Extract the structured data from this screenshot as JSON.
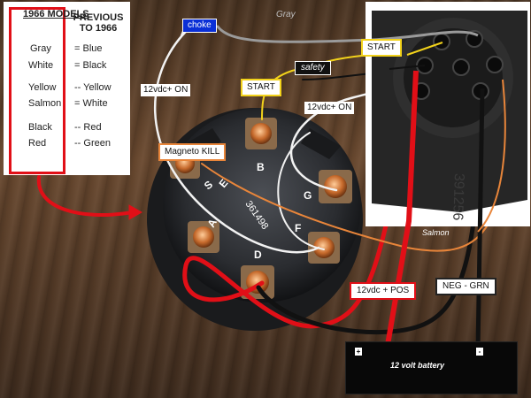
{
  "legend": {
    "col1_heading": "1966 MODELS",
    "col2_heading": "PREVIOUS TO 1966",
    "rows": [
      {
        "a": "Gray",
        "b": "= Blue"
      },
      {
        "a": "White",
        "b": "= Black"
      },
      {
        "a": "Yellow",
        "b": "-- Yellow"
      },
      {
        "a": "Salmon",
        "b": "= White"
      },
      {
        "a": "Black",
        "b": "-- Red"
      },
      {
        "a": "Red",
        "b": "-- Green"
      }
    ]
  },
  "labels": {
    "choke": "choke",
    "gray": "Gray",
    "start_top": "START",
    "safety": "safety",
    "start_mid": "START",
    "v12_on_left": "12vdc+ ON",
    "v12_on_right": "12vdc+ ON",
    "magneto_kill": "Magneto KILL",
    "salmon": "Salmon",
    "v12_pos": "12vdc + POS",
    "neg_grn": "NEG - GRN",
    "battery": "12 volt battery",
    "plus": "+",
    "minus": "-"
  },
  "switch": {
    "part_number": "361498",
    "terminals": [
      "B",
      "S",
      "G",
      "F",
      "D",
      "A",
      "E"
    ]
  },
  "connector": {
    "part_number": "391256"
  },
  "colors": {
    "legend_border": "#e10f17",
    "wire_red": "#e10f17",
    "wire_white": "#f2f2f2",
    "wire_gray": "#9a9a9a",
    "wire_salmon": "#e8853a",
    "wire_black": "#111111",
    "wire_yellow": "#f2d21b",
    "choke_blue": "#0a2fd6"
  }
}
